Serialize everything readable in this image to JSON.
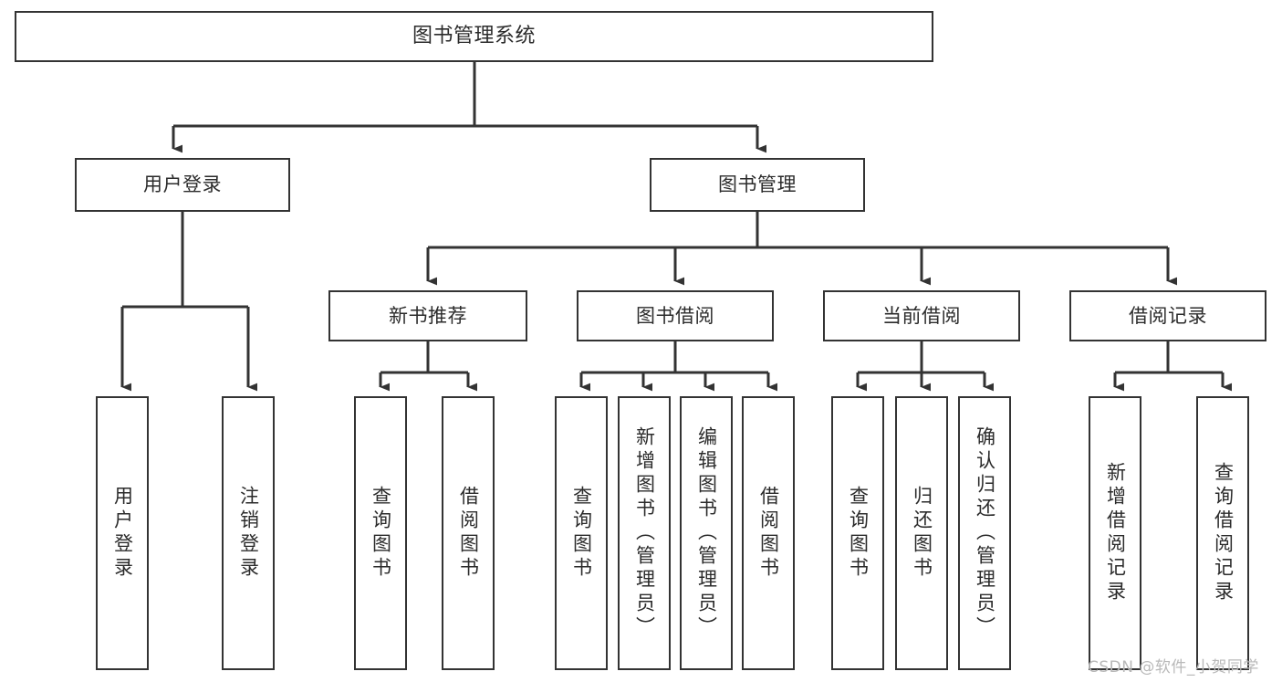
{
  "diagram": {
    "type": "tree-hierarchy-chart",
    "title": "图书管理系统",
    "orientation": "top-down",
    "colors": {
      "box_border": "#333333",
      "box_fill": "#ffffff",
      "connector": "#333333",
      "text": "#2b2b2b",
      "watermark": "#b9b9b9",
      "background": "#ffffff"
    }
  },
  "nodes": {
    "root": {
      "id": "root",
      "label": "图书管理系统",
      "level": 0,
      "orientation": "horizontal"
    },
    "level1": [
      {
        "id": "user-login",
        "label": "用户登录",
        "level": 1,
        "orientation": "horizontal"
      },
      {
        "id": "book-management",
        "label": "图书管理",
        "level": 1,
        "orientation": "horizontal"
      }
    ],
    "level2": [
      {
        "id": "new-book-recommend",
        "label": "新书推荐",
        "level": 2,
        "orientation": "horizontal",
        "parent": "book-management"
      },
      {
        "id": "book-borrow",
        "label": "图书借阅",
        "level": 2,
        "orientation": "horizontal",
        "parent": "book-management"
      },
      {
        "id": "current-borrow",
        "label": "当前借阅",
        "level": 2,
        "orientation": "horizontal",
        "parent": "book-management"
      },
      {
        "id": "borrow-record",
        "label": "借阅记录",
        "level": 2,
        "orientation": "horizontal",
        "parent": "book-management"
      }
    ],
    "leaves": [
      {
        "id": "leaf-user-login",
        "label": "用户登录",
        "parent": "user-login",
        "orientation": "vertical"
      },
      {
        "id": "leaf-logout",
        "label": "注销登录",
        "parent": "user-login",
        "orientation": "vertical"
      },
      {
        "id": "leaf-query-book-1",
        "label": "查询图书",
        "parent": "new-book-recommend",
        "orientation": "vertical"
      },
      {
        "id": "leaf-borrow-book-1",
        "label": "借阅图书",
        "parent": "new-book-recommend",
        "orientation": "vertical"
      },
      {
        "id": "leaf-query-book-2",
        "label": "查询图书",
        "parent": "book-borrow",
        "orientation": "vertical"
      },
      {
        "id": "leaf-add-book",
        "label": "新增图书（管理员）",
        "parent": "book-borrow",
        "orientation": "vertical"
      },
      {
        "id": "leaf-edit-book",
        "label": "编辑图书（管理员）",
        "parent": "book-borrow",
        "orientation": "vertical"
      },
      {
        "id": "leaf-borrow-book-2",
        "label": "借阅图书",
        "parent": "book-borrow",
        "orientation": "vertical"
      },
      {
        "id": "leaf-query-book-3",
        "label": "查询图书",
        "parent": "current-borrow",
        "orientation": "vertical"
      },
      {
        "id": "leaf-return-book",
        "label": "归还图书",
        "parent": "current-borrow",
        "orientation": "vertical"
      },
      {
        "id": "leaf-confirm-return",
        "label": "确认归还（管理员）",
        "parent": "current-borrow",
        "orientation": "vertical"
      },
      {
        "id": "leaf-add-record",
        "label": "新增借阅记录",
        "parent": "borrow-record",
        "orientation": "vertical"
      },
      {
        "id": "leaf-query-record",
        "label": "查询借阅记录",
        "parent": "borrow-record",
        "orientation": "vertical"
      }
    ]
  },
  "watermark": {
    "text": "CSDN @软件_小贺同学"
  }
}
